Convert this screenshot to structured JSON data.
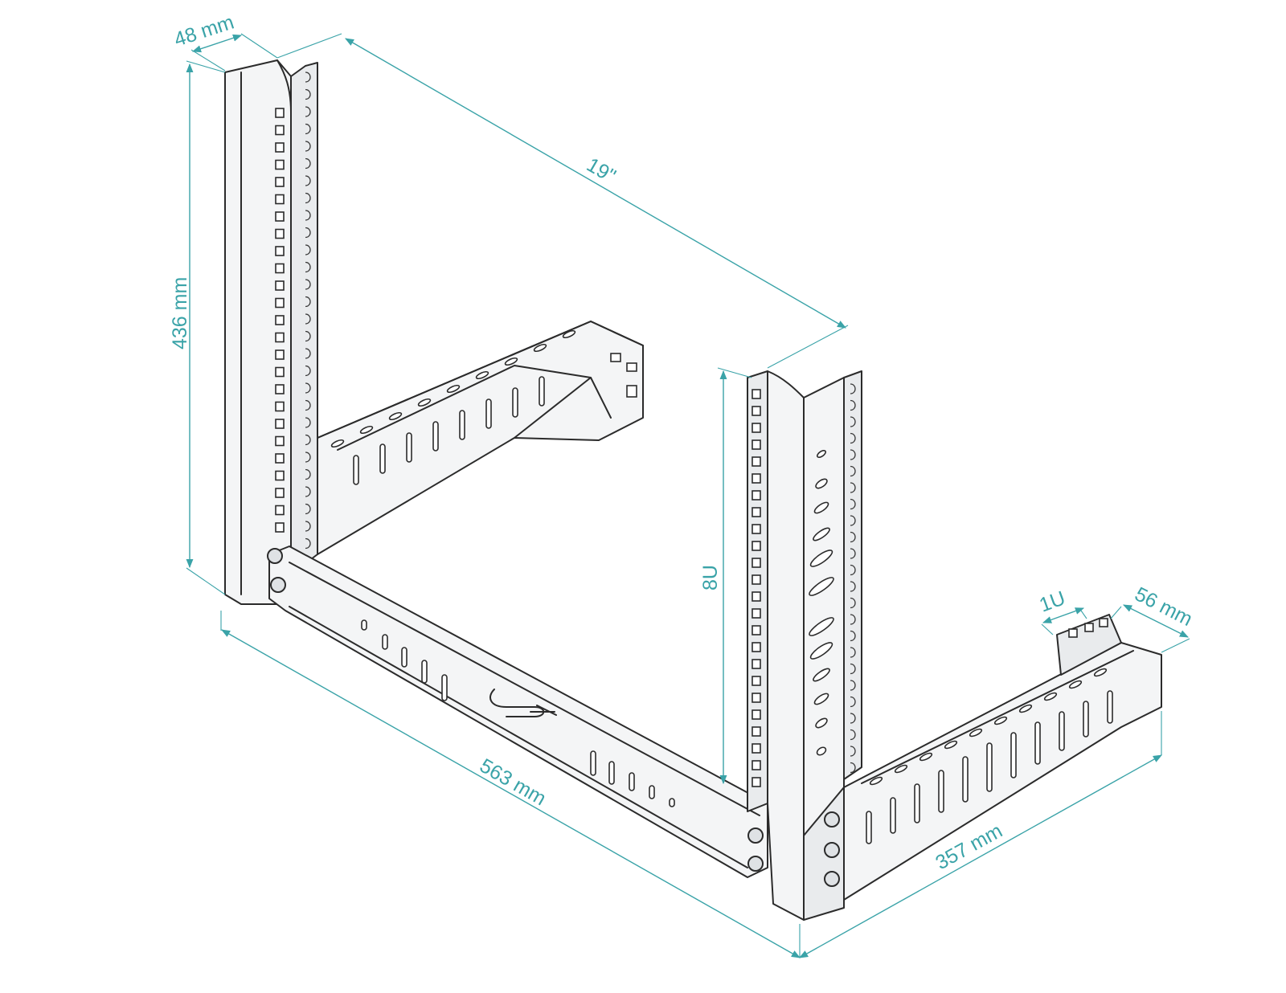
{
  "dimensions": {
    "width_post": "48 mm",
    "rack_width": "19\"",
    "height": "436 mm",
    "usable_height": "8U",
    "unit_spacing": "1U",
    "depth_right": "56 mm",
    "length_front": "563 mm",
    "length_side": "357 mm"
  },
  "colors": {
    "dimension_line": "#3aa3a8",
    "outline": "#2b2b2b",
    "metal_face": "#f4f5f6"
  }
}
